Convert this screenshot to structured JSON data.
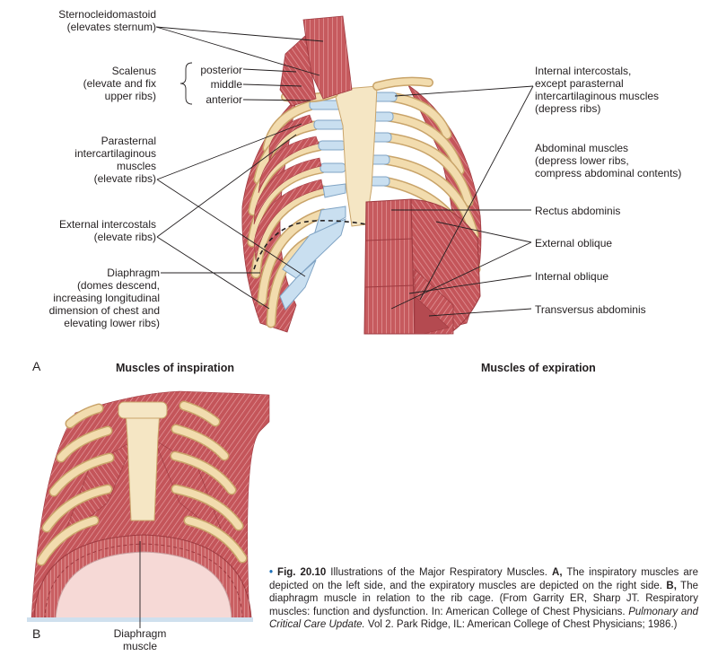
{
  "panel_a": {
    "letter": "A",
    "heading_left": "Muscles of inspiration",
    "heading_right": "Muscles of expiration",
    "labels": {
      "scm_line1": "Sternocleidomastoid",
      "scm_line2": "(elevates sternum)",
      "scal_line1": "Scalenus",
      "scal_line2": "(elevate and fix",
      "scal_line3": "upper ribs)",
      "scal_posterior": "posterior",
      "scal_middle": "middle",
      "scal_anterior": "anterior",
      "para_line1": "Parasternal",
      "para_line2": "intercartilaginous",
      "para_line3": "muscles",
      "para_line4": "(elevate ribs)",
      "ext_line1": "External intercostals",
      "ext_line2": "(elevate ribs)",
      "dia_line1": "Diaphragm",
      "dia_line2": "(domes descend,",
      "dia_line3": "increasing longitudinal",
      "dia_line4": "dimension of chest and",
      "dia_line5": "elevating lower ribs)",
      "int_line1": "Internal intercostals,",
      "int_line2": "except parasternal",
      "int_line3": "intercartilaginous muscles",
      "int_line4": "(depress ribs)",
      "abd_line1": "Abdominal muscles",
      "abd_line2": "(depress lower ribs,",
      "abd_line3": "compress abdominal contents)",
      "rectus": "Rectus abdominis",
      "ext_oblique": "External oblique",
      "int_oblique": "Internal oblique",
      "transversus": "Transversus abdominis"
    }
  },
  "panel_b": {
    "letter": "B",
    "diaphragm_line1": "Diaphragm",
    "diaphragm_line2": "muscle"
  },
  "caption": {
    "bullet": "•",
    "fig_label": "Fig. 20.10",
    "title": " Illustrations of the Major Respiratory Muscles. ",
    "a_label": "A,",
    "a_text": " The inspiratory muscles are depicted on the left side, and the expiratory muscles are depicted on the right side. ",
    "b_label": "B,",
    "b_text": " The diaphragm muscle in relation to the rib cage. (From Garrity ER, Sharp JT. Respiratory muscles: function and dysfunction. In: American College of Chest Physicians. ",
    "journal": "Pulmonary and Critical Care Update.",
    "tail": " Vol 2. Park Ridge, IL: American College of Chest Physicians; 1986.)"
  },
  "colors": {
    "muscle": "#c4555a",
    "muscle_dark": "#9e3a40",
    "rib": "#f2dcae",
    "rib_edge": "#c9a46a",
    "cartilage": "#c9dff0",
    "cartilage_edge": "#7fa3c4",
    "sternum": "#f5e6c4",
    "floor": "#cfe0ee",
    "accent": "#1d6fb8"
  }
}
